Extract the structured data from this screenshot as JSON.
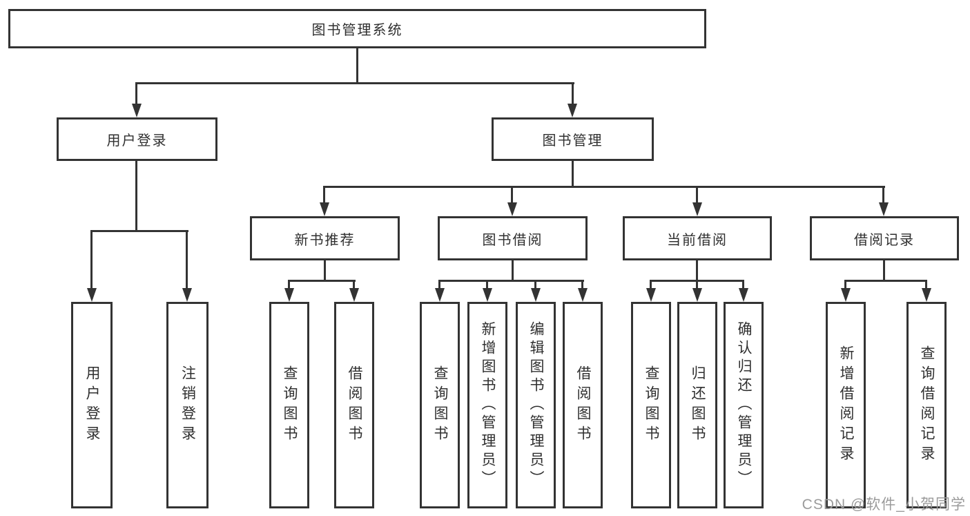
{
  "tree": {
    "label": "图书管理系统",
    "children": [
      {
        "label": "用户登录",
        "children": [
          {
            "label": "用户登录"
          },
          {
            "label": "注销登录"
          }
        ]
      },
      {
        "label": "图书管理",
        "children": [
          {
            "label": "新书推荐",
            "children": [
              {
                "label": "查询图书"
              },
              {
                "label": "借阅图书"
              }
            ]
          },
          {
            "label": "图书借阅",
            "children": [
              {
                "label": "查询图书"
              },
              {
                "label": "新增图书（管理员）"
              },
              {
                "label": "编辑图书（管理员）"
              },
              {
                "label": "借阅图书"
              }
            ]
          },
          {
            "label": "当前借阅",
            "children": [
              {
                "label": "查询图书"
              },
              {
                "label": "归还图书"
              },
              {
                "label": "确认归还（管理员）"
              }
            ]
          },
          {
            "label": "借阅记录",
            "children": [
              {
                "label": "新增借阅记录"
              },
              {
                "label": "查询借阅记录"
              }
            ]
          }
        ]
      }
    ]
  },
  "watermark": {
    "text": "CSDN @软件_小贺同学"
  },
  "colors": {
    "line": "#333333",
    "text": "#2f2f2f",
    "box_fill": "#ffffff",
    "background": "#ffffff",
    "watermark": "#9b9b9b"
  }
}
